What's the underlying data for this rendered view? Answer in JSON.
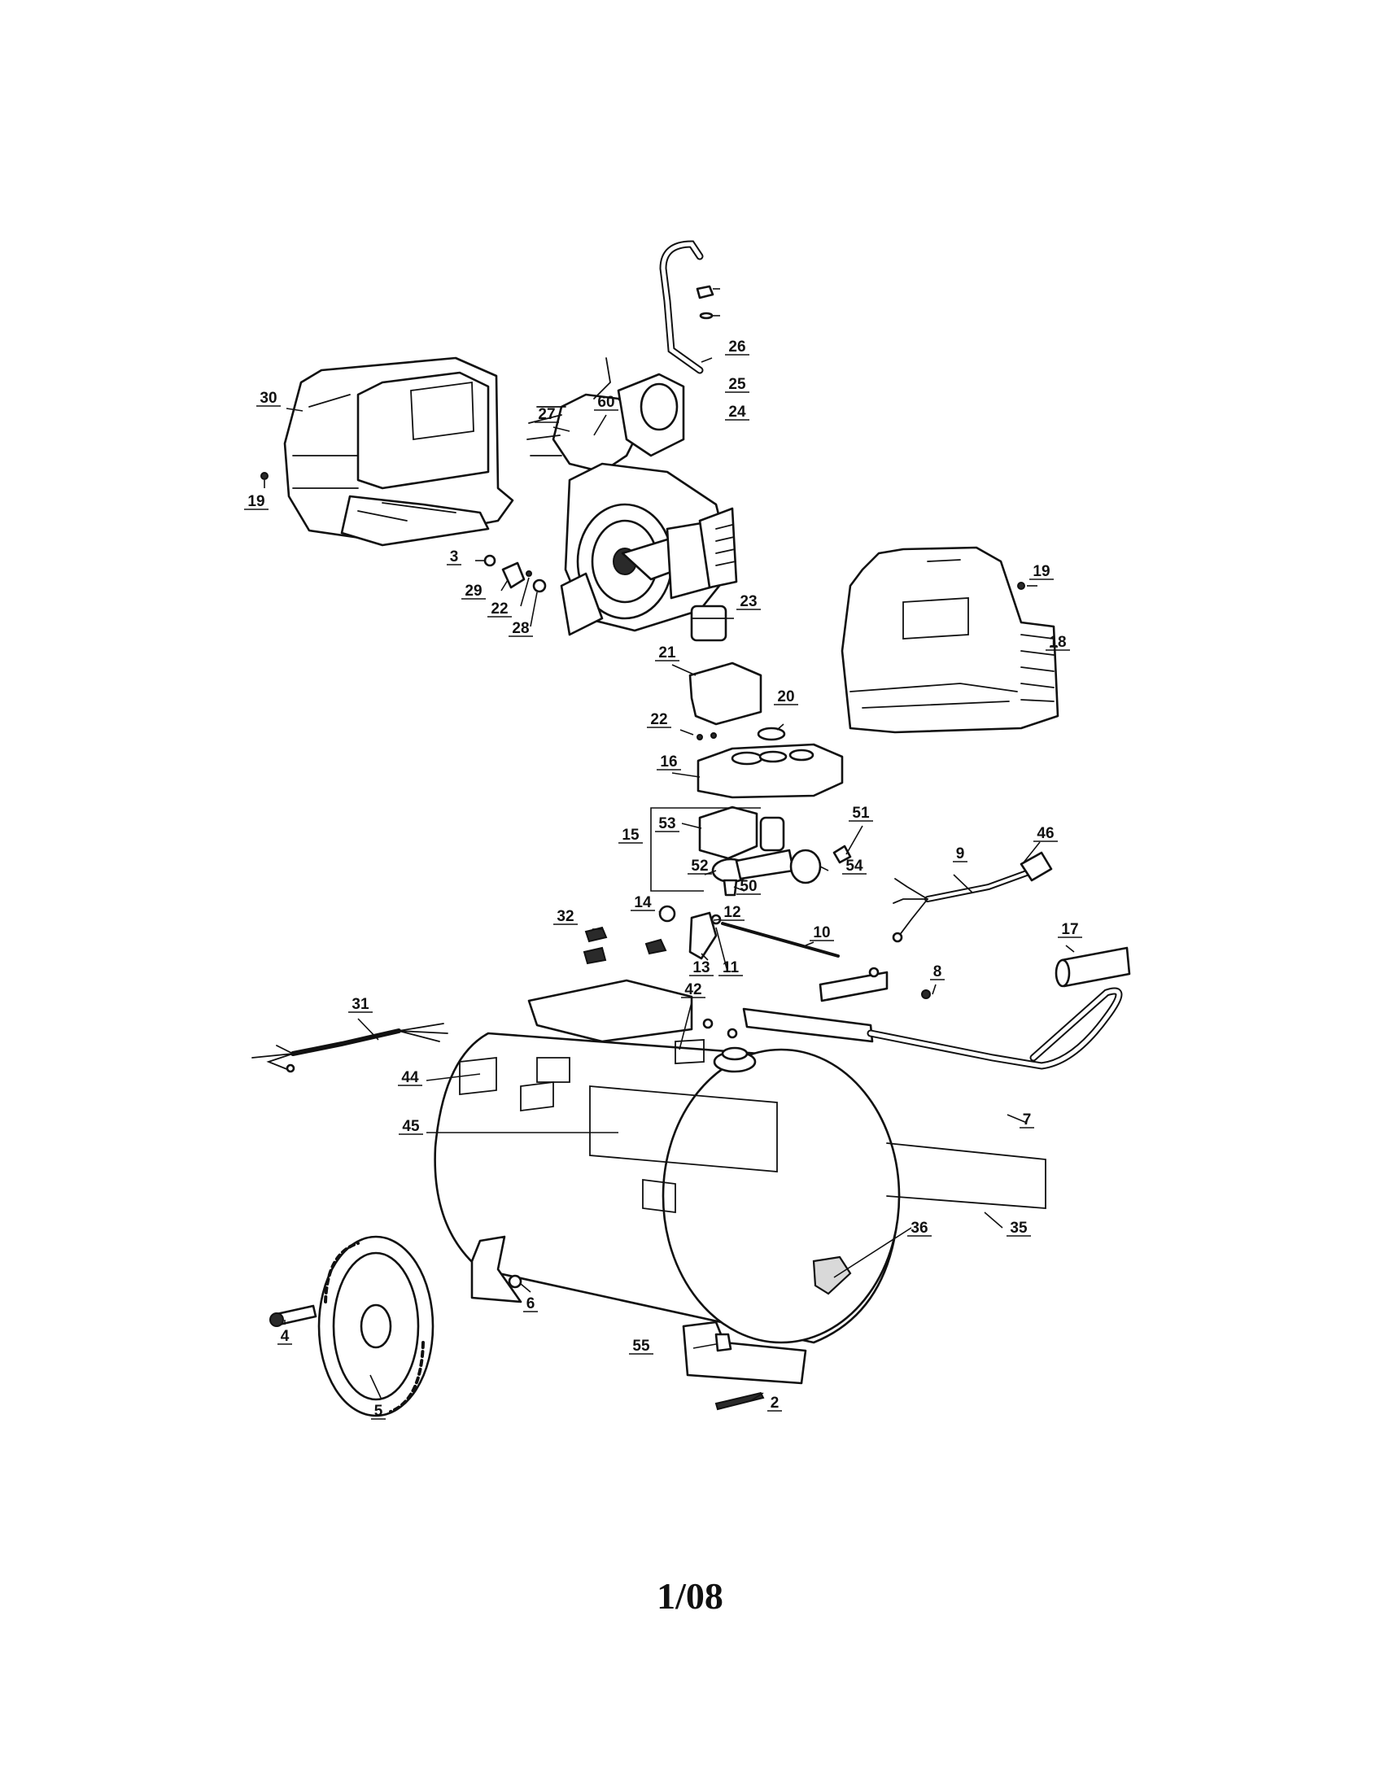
{
  "page_number": "1/08",
  "callouts": [
    {
      "id": "c30",
      "label": "30"
    },
    {
      "id": "c19a",
      "label": "19"
    },
    {
      "id": "c27",
      "label": "27"
    },
    {
      "id": "c60",
      "label": "60"
    },
    {
      "id": "c26",
      "label": "26"
    },
    {
      "id": "c25",
      "label": "25"
    },
    {
      "id": "c24",
      "label": "24"
    },
    {
      "id": "c3",
      "label": "3"
    },
    {
      "id": "c29",
      "label": "29"
    },
    {
      "id": "c22a",
      "label": "22"
    },
    {
      "id": "c28",
      "label": "28"
    },
    {
      "id": "c23",
      "label": "23"
    },
    {
      "id": "c19b",
      "label": "19"
    },
    {
      "id": "c18",
      "label": "18"
    },
    {
      "id": "c21",
      "label": "21"
    },
    {
      "id": "c20",
      "label": "20"
    },
    {
      "id": "c22b",
      "label": "22"
    },
    {
      "id": "c16",
      "label": "16"
    },
    {
      "id": "c51",
      "label": "51"
    },
    {
      "id": "c46",
      "label": "46"
    },
    {
      "id": "c53",
      "label": "53"
    },
    {
      "id": "c15",
      "label": "15"
    },
    {
      "id": "c9",
      "label": "9"
    },
    {
      "id": "c52",
      "label": "52"
    },
    {
      "id": "c54",
      "label": "54"
    },
    {
      "id": "c50",
      "label": "50"
    },
    {
      "id": "c14",
      "label": "14"
    },
    {
      "id": "c12",
      "label": "12"
    },
    {
      "id": "c32",
      "label": "32"
    },
    {
      "id": "c10",
      "label": "10"
    },
    {
      "id": "c17",
      "label": "17"
    },
    {
      "id": "c13",
      "label": "13"
    },
    {
      "id": "c11",
      "label": "11"
    },
    {
      "id": "c8",
      "label": "8"
    },
    {
      "id": "c31",
      "label": "31"
    },
    {
      "id": "c42",
      "label": "42"
    },
    {
      "id": "c44",
      "label": "44"
    },
    {
      "id": "c7",
      "label": "7"
    },
    {
      "id": "c45",
      "label": "45"
    },
    {
      "id": "c36",
      "label": "36"
    },
    {
      "id": "c35",
      "label": "35"
    },
    {
      "id": "c6",
      "label": "6"
    },
    {
      "id": "c4",
      "label": "4"
    },
    {
      "id": "c55",
      "label": "55"
    },
    {
      "id": "c5",
      "label": "5"
    },
    {
      "id": "c2",
      "label": "2"
    }
  ]
}
